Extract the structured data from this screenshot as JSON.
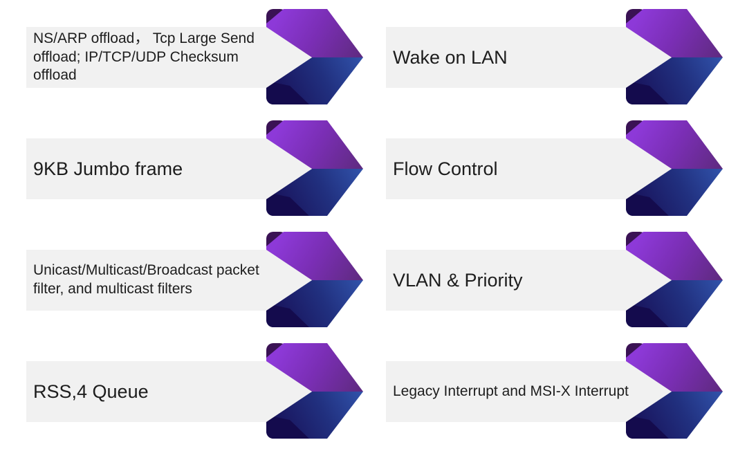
{
  "slide": {
    "background": "#ffffff",
    "layout": "2-column feature list with chevron arrows"
  },
  "items": [
    {
      "label": "NS/ARP offload， Tcp Large Send offload; IP/TCP/UDP Checksum offload",
      "column": "left",
      "row": 1,
      "text_size": "small"
    },
    {
      "label": "Wake on LAN",
      "column": "right",
      "row": 1,
      "text_size": "large"
    },
    {
      "label": "9KB Jumbo frame",
      "column": "left",
      "row": 2,
      "text_size": "large"
    },
    {
      "label": "Flow Control",
      "column": "right",
      "row": 2,
      "text_size": "large"
    },
    {
      "label": "Unicast/Multicast/Broadcast packet filter, and multicast filters",
      "column": "left",
      "row": 3,
      "text_size": "small"
    },
    {
      "label": "VLAN & Priority",
      "column": "right",
      "row": 3,
      "text_size": "large"
    },
    {
      "label": "RSS,4 Queue",
      "column": "left",
      "row": 4,
      "text_size": "large"
    },
    {
      "label": "Legacy Interrupt and MSI-X Interrupt",
      "column": "right",
      "row": 4,
      "text_size": "small"
    }
  ],
  "colors": {
    "bar_bg": "#f1f1f1",
    "text": "#1d1d1d",
    "purple_bright": "#8d39d8",
    "purple_mid": "#7a2eb4",
    "purple_dark": "#5e2a7e",
    "purple_fold": "#3b1254",
    "band_mid_top": "#331153",
    "band_mid_bottom": "#1a0d50",
    "navy_fold": "#140b4d",
    "blue_dark": "#181058",
    "blue_mid": "#21307f",
    "blue_bright": "#3153ab"
  }
}
